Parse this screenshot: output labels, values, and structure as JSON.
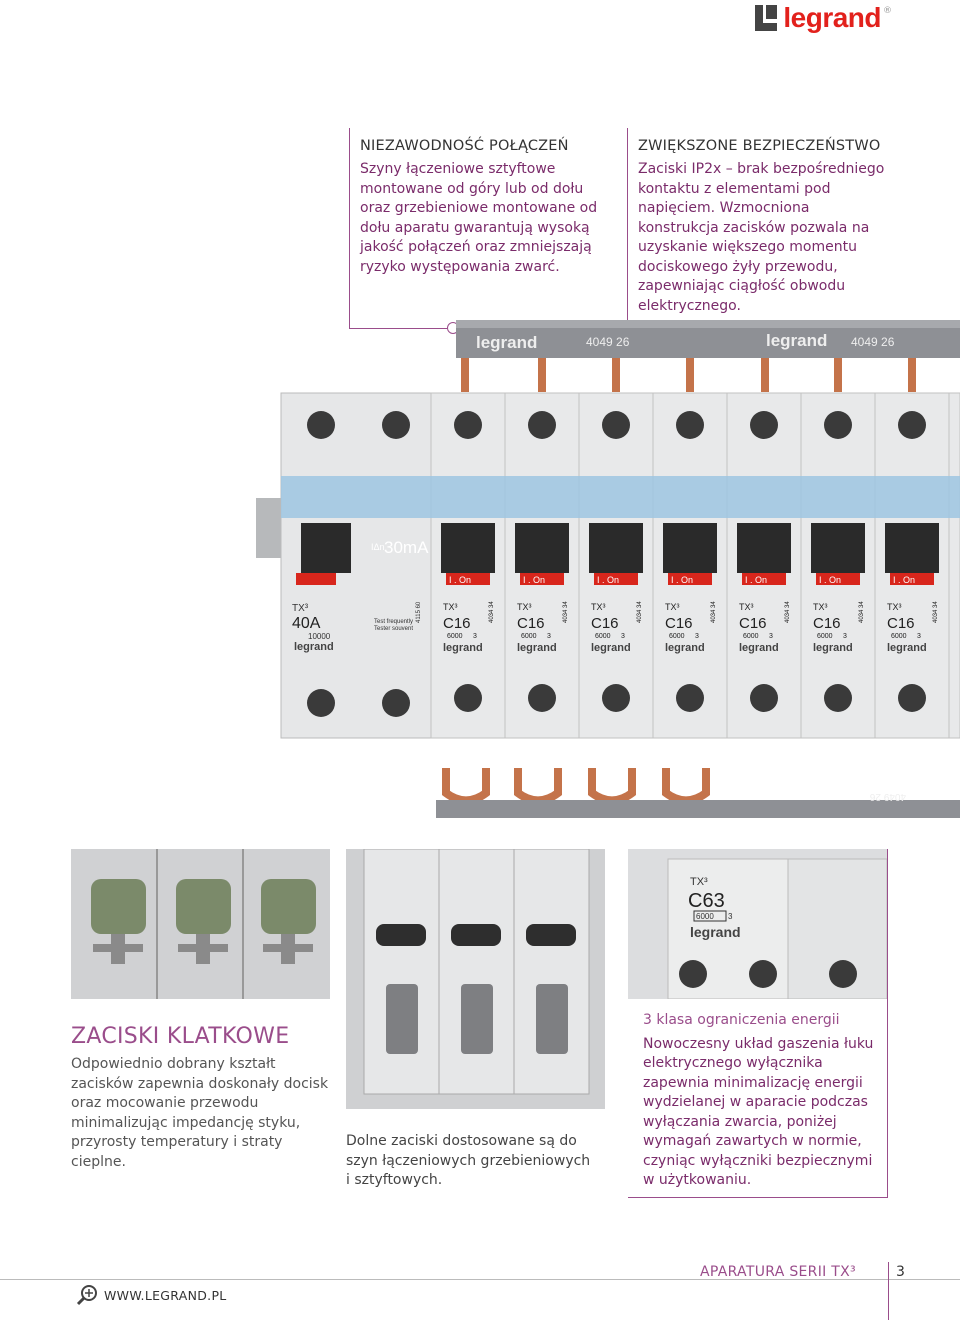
{
  "brand": {
    "name": "legrand",
    "registered": "®",
    "accent": "#e2211c"
  },
  "section1": {
    "title": "NIEZAWODNOŚĆ POŁĄCZEŃ",
    "text": "Szyny łączeniowe sztyftowe montowane od góry lub od dołu oraz grzebieniowe montowane od dołu aparatu gwarantują wysoką jakość połączeń oraz zmniejszają ryzyko występowania zwarć."
  },
  "section2": {
    "title": "ZWIĘKSZONE BEZPIECZEŃSTWO",
    "text": "Zaciski IP2x – brak bezpośredniego kontaktu z elementami pod napięciem. Wzmocniona konstrukcja zacisków pozwala na uzyskanie większego momentu dociskowego żyły przewodu, zapewniając ciągłość obwodu elektrycznego."
  },
  "main_photo": {
    "busbar_labels": [
      "legrand",
      "4049 26",
      "legrand",
      "4049 26"
    ],
    "bottom_busbar_label": "4049 26",
    "rcd": {
      "sensitivity": "30mA",
      "sensitivity_prefix": "IΔn",
      "brand": "TX³",
      "rating": "40A",
      "breaking": "10000",
      "test": "Test frequently",
      "test2": "Tester souvent",
      "logo": "legrand",
      "code": "4115 60"
    },
    "mcb": {
      "brand": "TX³",
      "rating": "C16",
      "breaking": "6000",
      "class": "3",
      "code": "4034 34",
      "logo": "legrand",
      "on_label": "I . On"
    }
  },
  "section3": {
    "title": "ZACISKI KLATKOWE",
    "text": "Odpowiednio dobrany kształt zacisków zapewnia doskonały docisk oraz mocowanie przewodu minimalizując impedancję styku, przyrosty temperatury i straty cieplne."
  },
  "section4": {
    "text": "Dolne zaciski dostosowane są do szyn łączeniowych grzebieniowych i sztyftowych."
  },
  "section5": {
    "photo_brand": "TX³",
    "photo_rating": "C63",
    "photo_breaking": "6000",
    "photo_class": "3",
    "photo_logo": "legrand",
    "title": "3 klasa ograniczenia energii",
    "text": "Nowoczesny układ gaszenia łuku elektrycznego wyłącznika zapewnia minimalizację energii wydzielanej w aparacie podczas wyłączania zwarcia, poniżej wymagań zawartych w normie, czyniąc wyłączniki bezpiecznymi w użytkowaniu."
  },
  "footer": {
    "url": "WWW.LEGRAND.PL",
    "series": "APARATURA SERII TX³",
    "page": "3"
  },
  "colors": {
    "accent_purple": "#9a4d8b",
    "text_purple": "#7a2b6a",
    "copper": "#c4734a"
  }
}
